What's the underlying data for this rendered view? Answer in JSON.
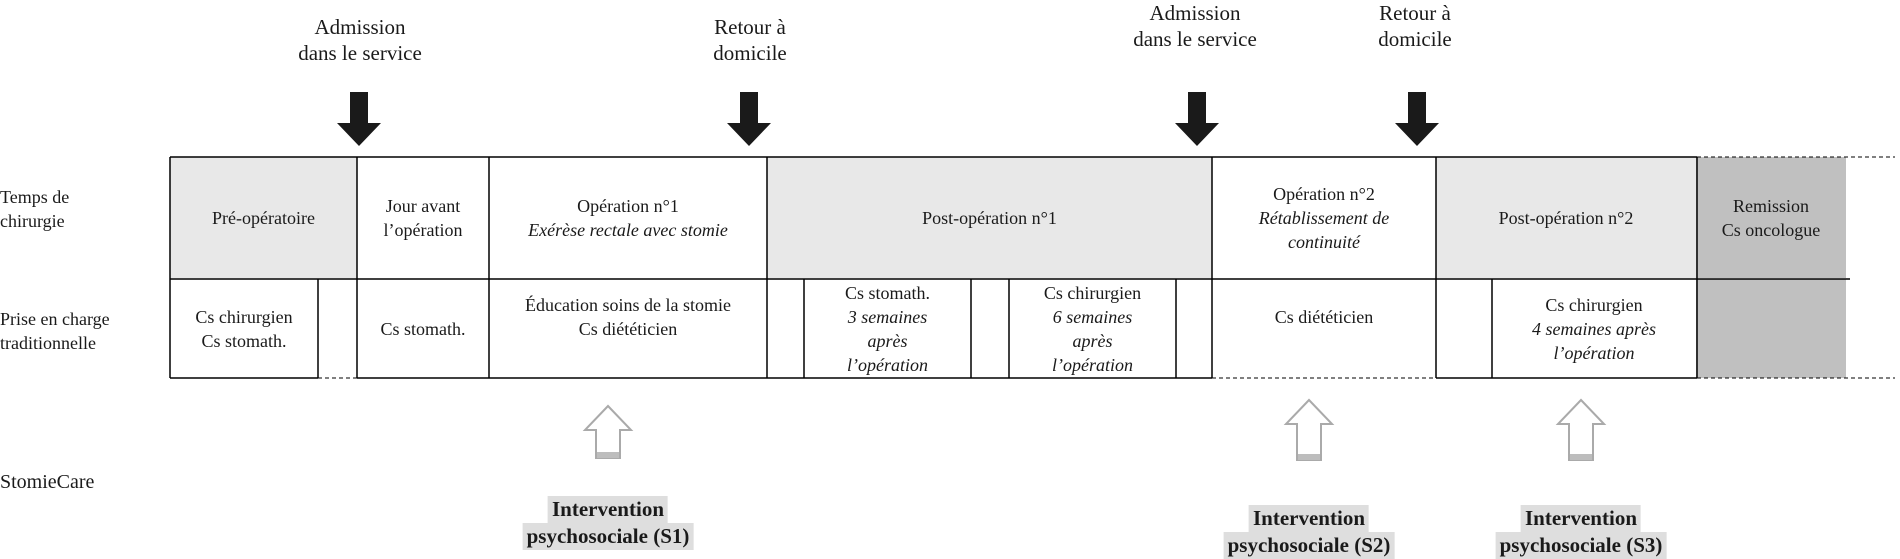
{
  "events": [
    {
      "name": "admission-1",
      "text": "Admission\ndans le service"
    },
    {
      "name": "retour-1",
      "text": "Retour à\ndomicile"
    },
    {
      "name": "admission-2",
      "text": "Admission\ndans le service"
    },
    {
      "name": "retour-2",
      "text": "Retour à\ndomicile"
    }
  ],
  "rows": {
    "temps": "Temps de\nchirurgie",
    "prise": "Prise en charge\ntraditionnelle",
    "stomiecare": "StomieCare"
  },
  "phases": {
    "pre_operatoire": "Pré-opératoire",
    "jour_avant_line1": "Jour avant",
    "jour_avant_line2": "l’opération",
    "op1_title": "Opération n°1",
    "op1_subtitle": "Exérèse rectale avec stomie",
    "post_op1": "Post-opération n°1",
    "op2_title": "Opération n°2",
    "op2_subtitle_line1": "Rétablissement de",
    "op2_subtitle_line2": "continuité",
    "post_op2": "Post-opération n°2",
    "remission_line1": "Remission",
    "remission_line2": "Cs oncologue"
  },
  "care": {
    "pre_line1": "Cs chirurgien",
    "pre_line2": "Cs stomath.",
    "jour_avant": "Cs stomath.",
    "op1_line1": "Éducation soins de la stomie",
    "op1_line2": "Cs diététicien",
    "stomath_title": "Cs stomath.",
    "stomath_line1": "3 semaines",
    "stomath_line2": "après",
    "stomath_line3": "l’opération",
    "chir_title": "Cs chirurgien",
    "chir_line1": "6 semaines",
    "chir_line2": "après",
    "chir_line3": "l’opération",
    "op2": "Cs diététicien",
    "post2_title": "Cs chirurgien",
    "post2_line1": "4 semaines après",
    "post2_line2": "l’opération"
  },
  "interventions": [
    {
      "line1": "Intervention",
      "line2": "psychosociale (S1)"
    },
    {
      "line1": "Intervention",
      "line2": "psychosociale (S2)"
    },
    {
      "line1": "Intervention",
      "line2": "psychosociale (S3)"
    }
  ],
  "icons": {
    "event_arrow": "down-arrow-icon",
    "intervention_arrow": "hollow-up-arrow-icon"
  },
  "colors": {
    "phase_fill": "#e8e8e8",
    "remission_fill": "#c0c0c0",
    "highlight": "#dedede",
    "hollow_arrow": "#aaaaaa"
  }
}
